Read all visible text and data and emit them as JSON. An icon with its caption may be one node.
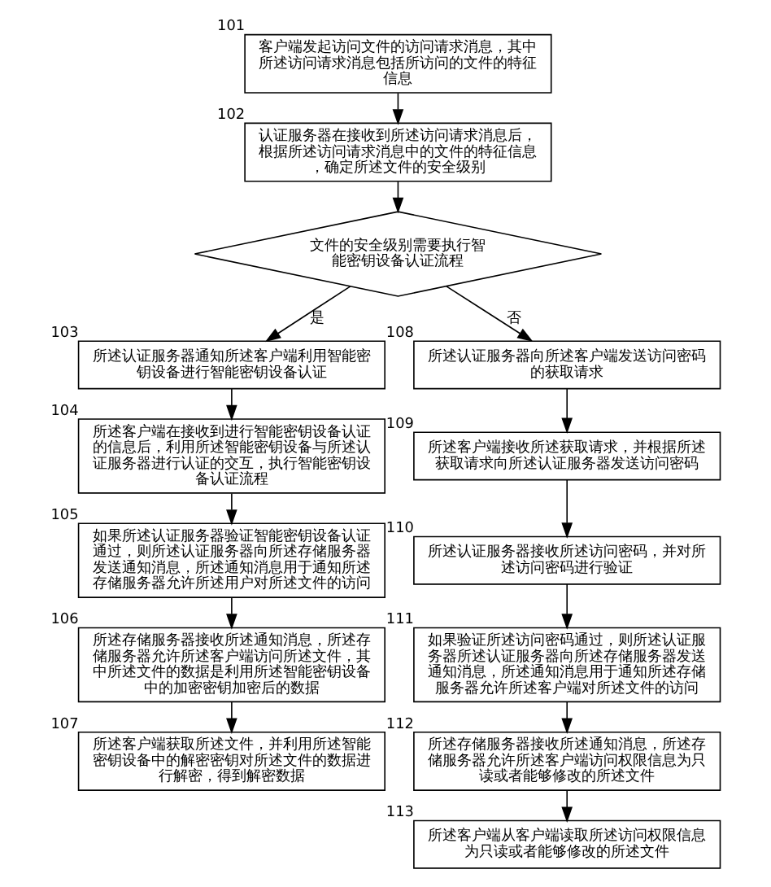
{
  "diagram": {
    "nodes": [
      {
        "text": [
          "客户端发起访问文件的访问请求消息，其中所述访问请求消息包括所访问的文件的特征信息"
        ],
        "beside": [
          "101"
        ]
      },
      {
        "text": [
          "认证服务器在接收到所述访问请求消息后，根据所述访问请求消息中的文件的特征信息，确定所述文件的安全级别"
        ],
        "beside": [
          "102"
        ]
      },
      {
        "text": [
          "文件的安全级别需要执行智能密钥设备认证流程"
        ]
      },
      {
        "text": [
          "所述认证服务器通知所述客户端利用智能密钥设备进行智能密钥设备认证"
        ],
        "beside": [
          "103"
        ]
      },
      {
        "text": [
          "所述客户端在接收到进行智能密钥设备认证的信息后，利用所述智能密钥设备与所述认证服务器进行认证的交互，执行智能密钥设备认证流程"
        ],
        "beside": [
          "104"
        ]
      },
      {
        "text": [
          "如果所述认证服务器验证智能密钥设备认证通过，则所述认证服务器向所述存储服务器发送通知消息，所述通知消息用于通知所述存储服务器允许所述用户对所述文件的访问"
        ],
        "beside": [
          "105"
        ]
      },
      {
        "text": [
          "所述存储服务器接收所述通知消息，所述存储服务器允许所述客户端访问所述文件，其中所述文件的数据是利用所述智能密钥设备中的加密密钥加密后的数据"
        ],
        "beside": [
          "106"
        ]
      },
      {
        "text": [
          "所述客户端获取所述文件，并利用所述智能密钥设备中的解密密钥对所述文件的数据进行解密，得到解密数据"
        ],
        "beside": [
          "107"
        ]
      },
      {
        "text": [
          "所述认证服务器向所述客户端发送访问密码的获取请求"
        ],
        "beside": [
          "108"
        ]
      },
      {
        "text": [
          "所述客户端接收所述获取请求，并根据所述获取请求向所述认证服务器发送访问密码"
        ],
        "beside": [
          "109"
        ]
      },
      {
        "text": [
          "所述认证服务器接收所述访问密码，并对所述访问密码进行验证"
        ],
        "beside": [
          "110"
        ]
      },
      {
        "text": [
          "如果验证所述访问密码通过，则所述认证服务器所述认证服务器向所述存储服务器发送通知消息，所述通知消息用于通知所述存储服务器允许所述客户端对所述文件的访问"
        ],
        "beside": [
          "111"
        ]
      },
      {
        "text": [
          "所述存储服务器接收所述通知消息，所述存储服务器允许所述客户端访问权限信息为只读或者能够修改的所述文件"
        ],
        "beside": [
          "112"
        ]
      },
      {
        "text": [
          "所述客户端从客户端读取所述访问权限信息为只读或者能够修改的所述文件"
        ],
        "beside": [
          "113"
        ]
      }
    ],
    "edges": [
      {
        "from": 0,
        "to": 1,
        "arrow": "to"
      },
      {
        "from": 1,
        "to": 2,
        "arrow": "to"
      },
      {
        "from": 2,
        "to": 3,
        "arrow": "to",
        "label": "是"
      },
      {
        "from": 3,
        "to": 4,
        "arrow": "to"
      },
      {
        "from": 4,
        "to": 5,
        "arrow": "to"
      },
      {
        "from": 5,
        "to": 6,
        "arrow": "to"
      },
      {
        "from": 6,
        "to": 7,
        "arrow": "to"
      },
      {
        "from": 2,
        "to": 8,
        "arrow": "to",
        "label": "否"
      },
      {
        "from": 8,
        "to": 9,
        "arrow": "to"
      },
      {
        "from": 9,
        "to": 10,
        "arrow": "to"
      },
      {
        "from": 10,
        "to": 11,
        "arrow": "to"
      },
      {
        "from": 11,
        "to": 12,
        "arrow": "to"
      },
      {
        "from": 12,
        "to": 13,
        "arrow": "to"
      }
    ]
  }
}
